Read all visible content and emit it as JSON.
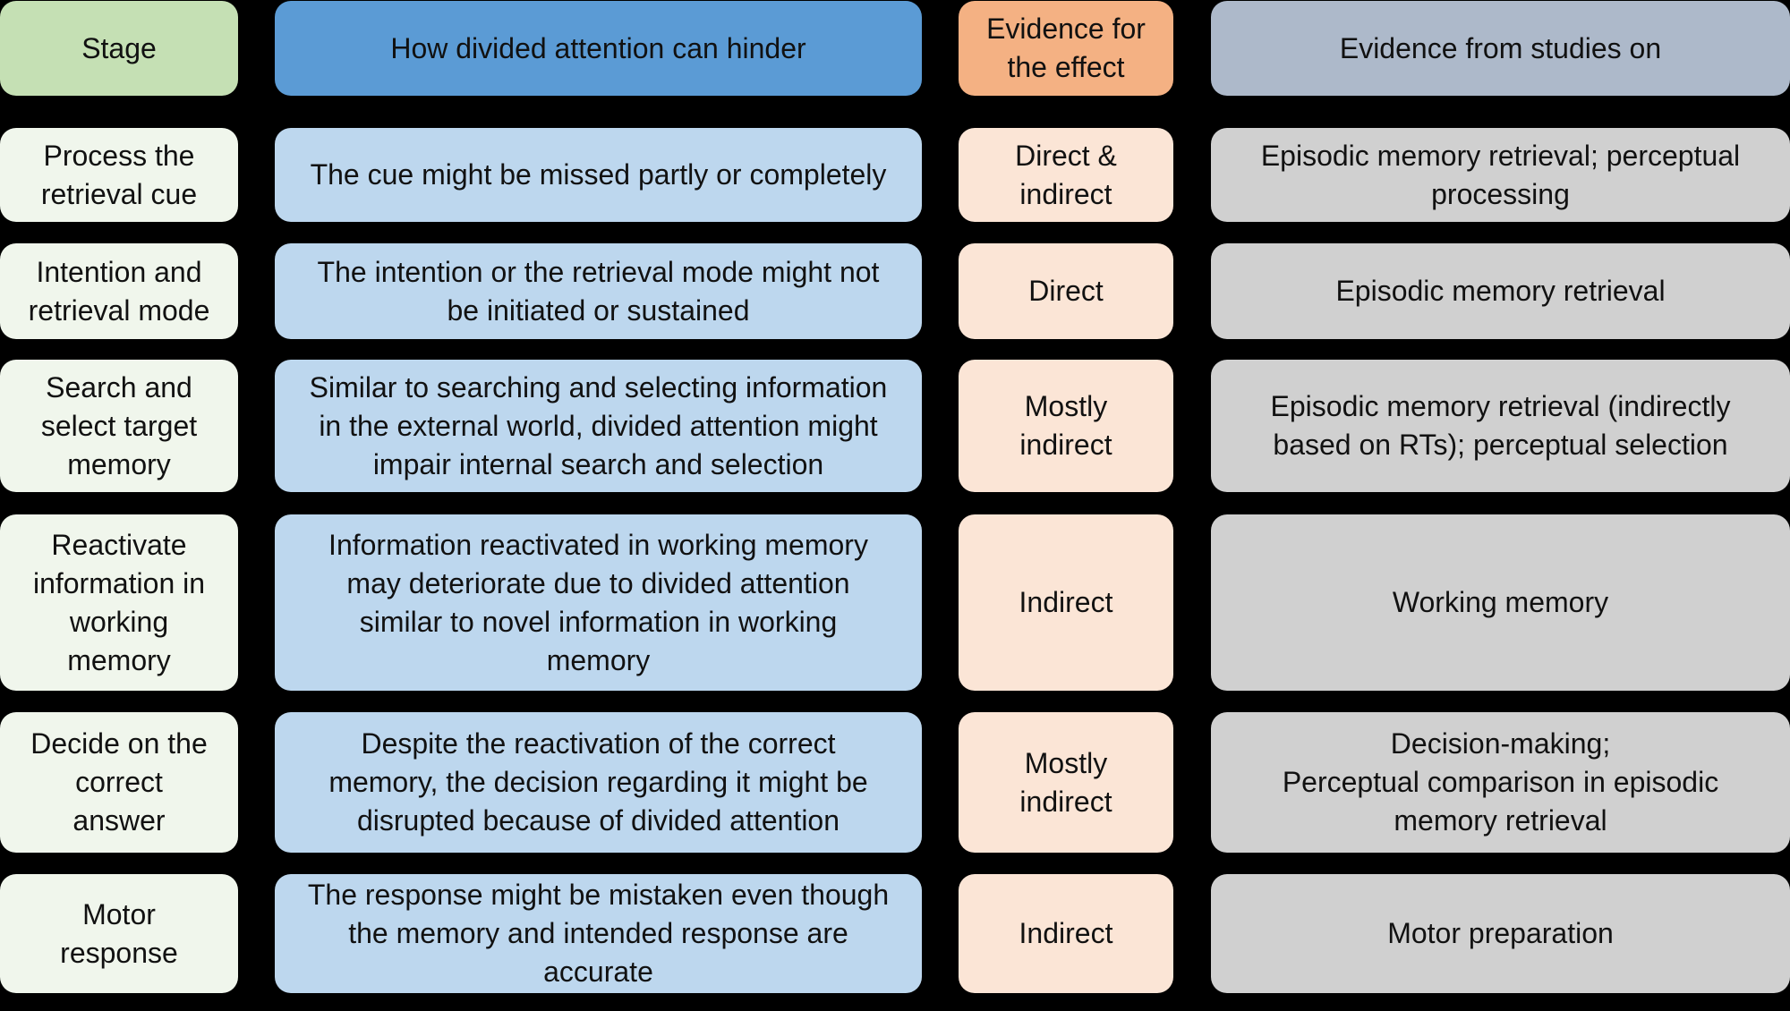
{
  "header": {
    "stage": "Stage",
    "hinder": "How divided attention can hinder",
    "evidence_effect": "Evidence for\nthe effect",
    "evidence_studies": "Evidence from studies on"
  },
  "rows": [
    {
      "stage": "Process the\nretrieval cue",
      "hinder": "The cue might be missed partly or completely",
      "evidence": "Direct &\nindirect",
      "studies": "Episodic memory retrieval; perceptual\nprocessing"
    },
    {
      "stage": "Intention and\nretrieval mode",
      "hinder": "The intention or the retrieval mode might not\nbe initiated or sustained",
      "evidence": "Direct",
      "studies": "Episodic memory retrieval"
    },
    {
      "stage": "Search and\nselect target\nmemory",
      "hinder": "Similar to searching and selecting information\nin the external world, divided attention might\nimpair internal search and selection",
      "evidence": "Mostly\nindirect",
      "studies": "Episodic memory retrieval (indirectly\nbased on RTs); perceptual selection"
    },
    {
      "stage": "Reactivate\ninformation in\nworking\nmemory",
      "hinder": "Information reactivated in working memory\nmay deteriorate due to divided attention\nsimilar to novel information in working\nmemory",
      "evidence": "Indirect",
      "studies": "Working memory"
    },
    {
      "stage": "Decide on the\ncorrect\nanswer",
      "hinder": "Despite the reactivation of the correct\nmemory, the decision regarding it might be\ndisrupted because of divided attention",
      "evidence": "Mostly\nindirect",
      "studies": "Decision-making;\nPerceptual comparison in episodic\nmemory retrieval"
    },
    {
      "stage": "Motor\nresponse",
      "hinder": "The response might be mistaken even though\nthe memory and intended response are\naccurate",
      "evidence": "Indirect",
      "studies": "Motor preparation"
    }
  ],
  "colors": {
    "background": "#000000",
    "stage_header": "#c5e0b4",
    "stage_cell": "#f0f6ec",
    "hinder_header": "#5b9bd5",
    "hinder_cell": "#bdd7ee",
    "evidence_header": "#f4b183",
    "evidence_cell": "#fbe5d6",
    "studies_header": "#adb9ca",
    "studies_cell": "#d0d0d0"
  }
}
